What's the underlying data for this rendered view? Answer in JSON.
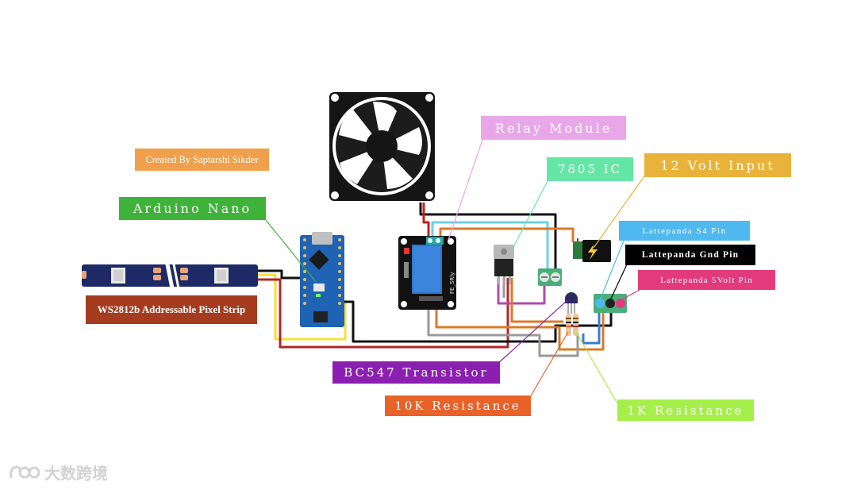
{
  "labels": {
    "credit": "Created By Saptarshi Sikder",
    "arduino": "Arduino Nano",
    "ws2812": "WS2812b Addressable Pixel Strip",
    "relay": "Relay Module",
    "ic7805": "7805 IC",
    "volt12": "12 Volt Input",
    "s4pin": "Lattepanda S4 Pin",
    "gndpin": "Lattepanda Gnd Pin",
    "v5pin": "Lattepanda 5Volt Pin",
    "bc547": "BC547 Transistor",
    "r10k": "10K Resistance",
    "r1k": "1K Resistance"
  },
  "board_text": {
    "relay_name": "FE_SRly"
  },
  "watermark": "大数跨境",
  "colors": {
    "credit": "#f0a04a",
    "arduino": "#3fb23a",
    "ws2812": "#a63c1f",
    "relay": "#e9a7ea",
    "ic7805": "#66e6a6",
    "volt12": "#e9b23a",
    "s4pin": "#4fb8ee",
    "gndpin": "#000000",
    "v5pin": "#e23a7c",
    "bc547": "#8b1fb0",
    "r10k": "#e8622a",
    "r1k": "#a6ef4a"
  }
}
